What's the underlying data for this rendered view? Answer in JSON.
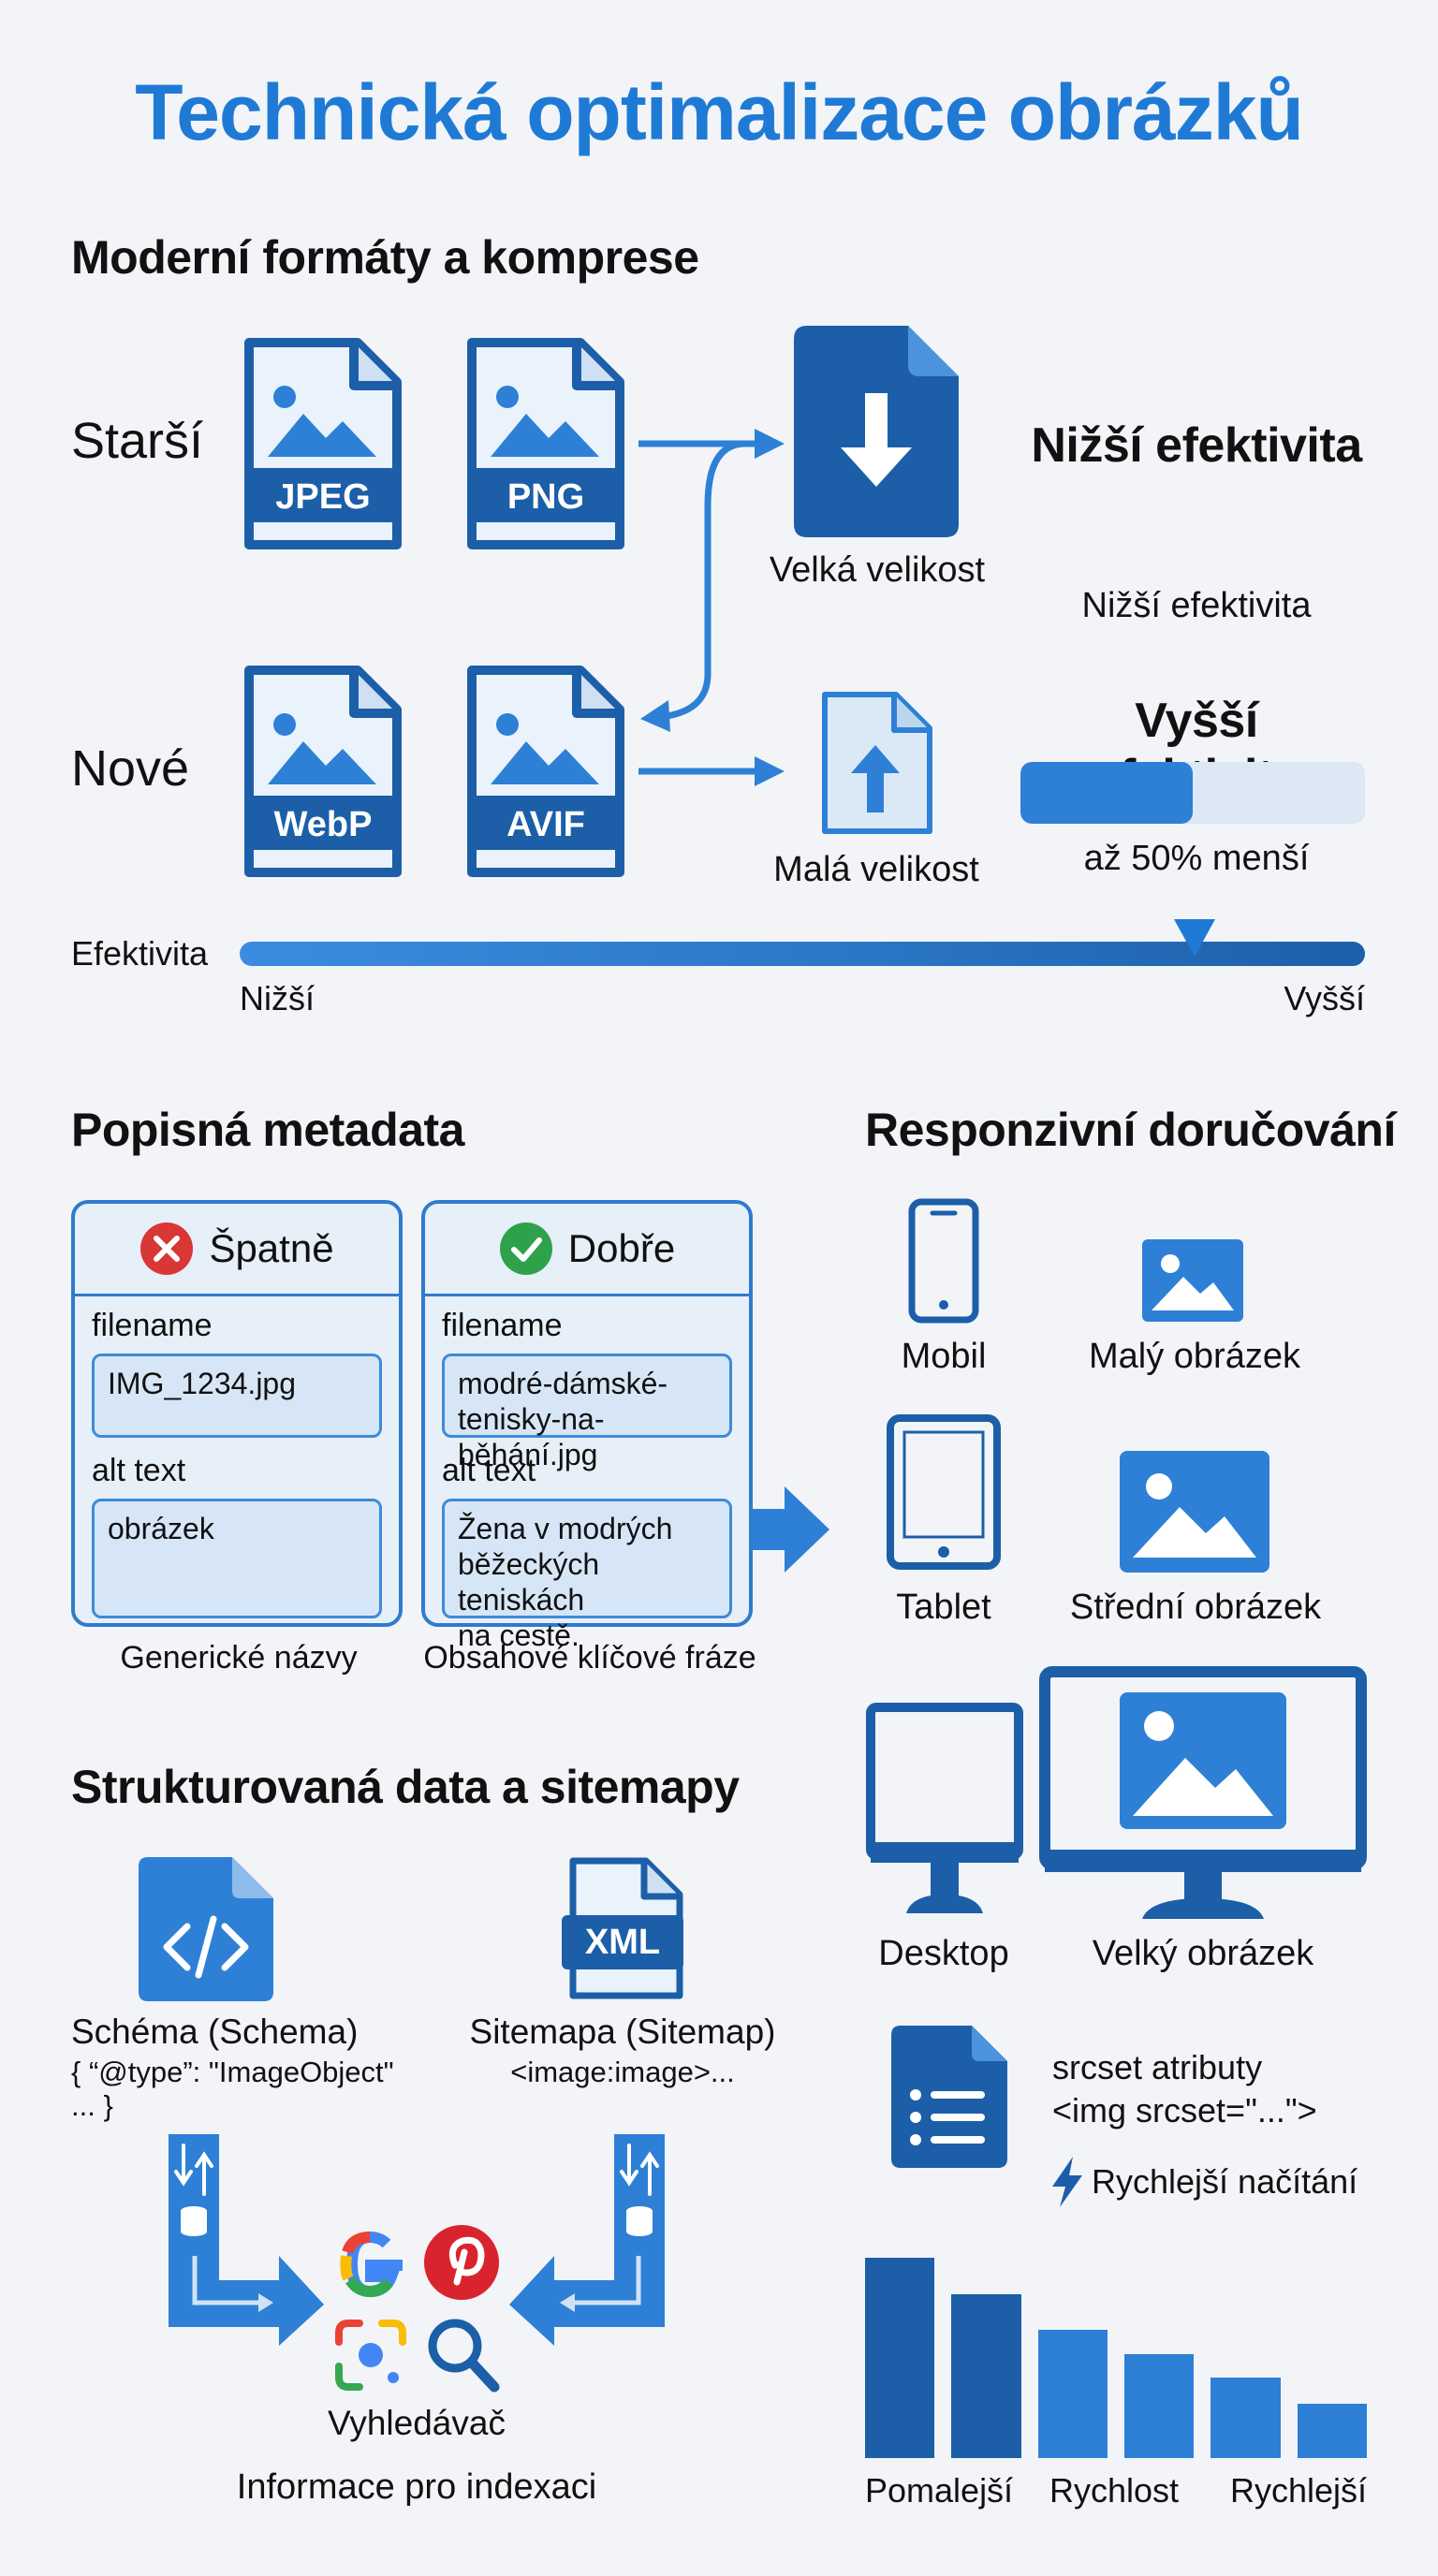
{
  "title": "Technická optimalizace obrázků",
  "formats": {
    "heading": "Moderní formáty a komprese",
    "old_label": "Starší",
    "new_label": "Nové",
    "old_formats": [
      "JPEG",
      "PNG"
    ],
    "new_formats": [
      "WebP",
      "AVIF"
    ],
    "large_size": "Velká velikost",
    "small_size": "Malá velikost",
    "lower_eff_big": "Nižší efektivita",
    "lower_eff_small": "Nižší efektivita",
    "higher_eff": "Vyšší efektivita",
    "smaller_note": "až 50% menší",
    "efficiency_progress": 0.5,
    "scale_label": "Efektivita",
    "scale_low": "Nižší",
    "scale_high": "Vyšší"
  },
  "metadata": {
    "heading": "Popisná metadata",
    "bad": {
      "title": "Špatně",
      "filename_label": "filename",
      "filename": "IMG_1234.jpg",
      "alt_label": "alt text",
      "alt": "obrázek",
      "caption": "Generické názvy"
    },
    "good": {
      "title": "Dobře",
      "filename_label": "filename",
      "filename_lines": [
        "modré-dámské-",
        "tenisky-na-běhání.jpg"
      ],
      "alt_label": "alt text",
      "alt_lines": [
        "Žena v modrých",
        "běžeckých teniskách",
        "na cestě."
      ],
      "caption": "Obsahové klíčové fráze"
    }
  },
  "structured": {
    "heading": "Strukturovaná data a sitemapy",
    "schema_label": "Schéma (Schema)",
    "schema_code_1": "{ “@type”: \"ImageObject\"",
    "schema_code_2": "... }",
    "sitemap_badge": "XML",
    "sitemap_label": "Sitemapa (Sitemap)",
    "sitemap_code": "<image:image>...",
    "engine_label": "Vyhledávač",
    "index_caption": "Informace pro indexaci"
  },
  "responsive": {
    "heading": "Responzivní doručování",
    "mobile": "Mobil",
    "small_image": "Malý obrázek",
    "tablet": "Tablet",
    "medium_image": "Střední obrázek",
    "desktop": "Desktop",
    "large_image": "Velký obrázek",
    "srcset_line1": "srcset atributy",
    "srcset_line2": "<img srcset=\"...\">",
    "faster_loading": "Rychlejší načítání",
    "speed_bars": [
      1.0,
      0.82,
      0.64,
      0.52,
      0.4,
      0.27
    ],
    "speed_slow": "Pomalejší",
    "speed_mid": "Rychlost",
    "speed_fast": "Rychlejší"
  },
  "colors": {
    "accent": "#1f7ad6",
    "dark": "#1c5fa8",
    "bad": "#d93636",
    "good": "#2ea24a"
  }
}
